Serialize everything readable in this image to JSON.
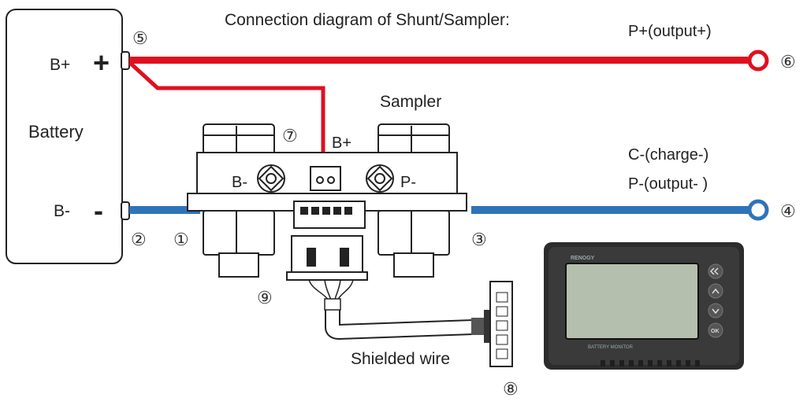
{
  "title": "Connection diagram of Shunt/Sampler:",
  "battery": {
    "label": "Battery",
    "pos_label": "B+",
    "neg_label": "B-",
    "pos_sign": "+",
    "neg_sign": "-"
  },
  "sampler": {
    "label": "Sampler",
    "bplus": "B+",
    "bminus": "B-",
    "pminus": "P-"
  },
  "outputs": {
    "pplus": "P+(output+)",
    "cminus": "C-(charge-)",
    "pminus": "P-(output- )"
  },
  "cable_label": "Shielded wire",
  "markers": {
    "n1": "①",
    "n2": "②",
    "n3": "③",
    "n4": "④",
    "n5": "⑤",
    "n6": "⑥",
    "n7": "⑦",
    "n8": "⑧",
    "n9": "⑨"
  },
  "monitor": {
    "brand": "RENOGY",
    "caption": "BATTERY MONITOR",
    "ok": "OK"
  },
  "colors": {
    "positive": "#e0101e",
    "negative": "#2e74b8",
    "outline": "#222222",
    "lcd": "#b5bfad",
    "bezel": "#2c2c2c"
  },
  "icons": [
    "back-icon",
    "up-arrow-icon",
    "down-arrow-icon",
    "ok-button-icon"
  ]
}
